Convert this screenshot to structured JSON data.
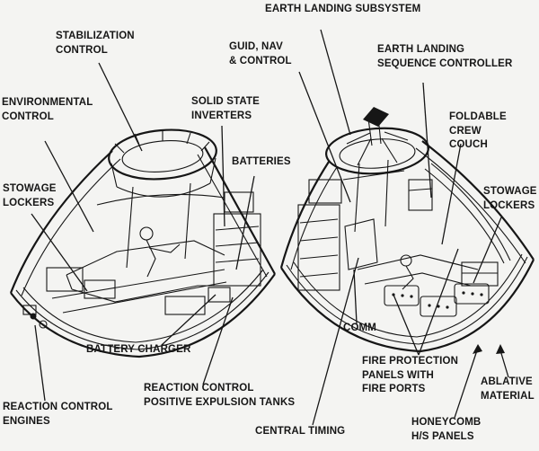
{
  "figure": {
    "kind": "apollo-command-module-cutaway",
    "paper_color": "#f4f4f2",
    "ink_color": "#161616"
  },
  "labels": [
    {
      "id": "earth-landing-subsystem",
      "text": "EARTH LANDING SUBSYSTEM"
    },
    {
      "id": "stabilization-control",
      "text": "STABILIZATION\nCONTROL"
    },
    {
      "id": "guid-nav-control",
      "text": "GUID, NAV\n& CONTROL"
    },
    {
      "id": "earth-landing-sequence-controller",
      "text": "EARTH LANDING\nSEQUENCE CONTROLLER"
    },
    {
      "id": "environmental-control",
      "text": "ENVIRONMENTAL\nCONTROL"
    },
    {
      "id": "solid-state-inverters",
      "text": "SOLID STATE\nINVERTERS"
    },
    {
      "id": "foldable-crew-couch",
      "text": "FOLDABLE CREW\nCOUCH"
    },
    {
      "id": "stowage-lockers-left",
      "text": "STOWAGE\nLOCKERS"
    },
    {
      "id": "batteries",
      "text": "BATTERIES"
    },
    {
      "id": "stowage-lockers-right",
      "text": "STOWAGE\nLOCKERS"
    },
    {
      "id": "battery-charger",
      "text": "BATTERY CHARGER"
    },
    {
      "id": "comm",
      "text": "COMM"
    },
    {
      "id": "reaction-control-engines",
      "text": "REACTION CONTROL\nENGINES"
    },
    {
      "id": "reaction-control-positive-expulsion-tanks",
      "text": "REACTION CONTROL\nPOSITIVE EXPULSION TANKS"
    },
    {
      "id": "central-timing",
      "text": "CENTRAL TIMING"
    },
    {
      "id": "fire-protection-panels-with-fire-ports",
      "text": "FIRE PROTECTION\nPANELS WITH\nFIRE PORTS"
    },
    {
      "id": "ablative-material",
      "text": "ABLATIVE\nMATERIAL"
    },
    {
      "id": "honeycomb-hs-panels",
      "text": "HONEYCOMB\nH/S PANELS"
    }
  ]
}
